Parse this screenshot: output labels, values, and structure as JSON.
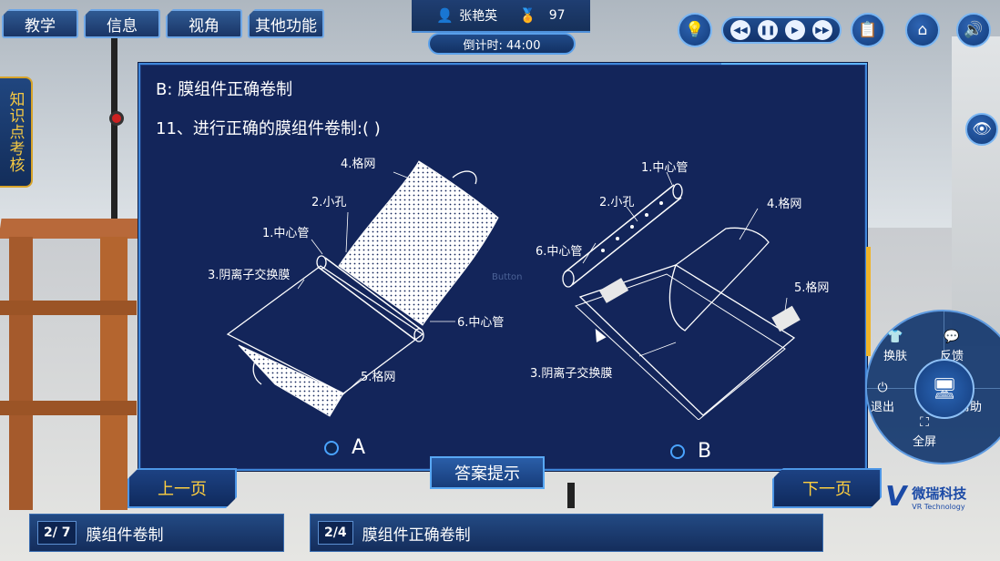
{
  "nav": {
    "tabs": [
      {
        "label": "教学"
      },
      {
        "label": "信息"
      },
      {
        "label": "视角"
      },
      {
        "label": "其他功能"
      }
    ]
  },
  "user": {
    "name": "张艳英",
    "score": "97",
    "countdown": "倒计时: 44:00"
  },
  "controls": {
    "icons": [
      "bulb-icon",
      "rewind-icon",
      "pause-icon",
      "play-icon",
      "fast-forward-icon",
      "notes-icon",
      "home-icon",
      "sound-icon"
    ]
  },
  "sidebar": {
    "badge": "知识点考核"
  },
  "question_panel": {
    "section_title": "B: 膜组件正确卷制",
    "question": "11、进行正确的膜组件卷制:(          )",
    "ghost_text": "Button",
    "option_a": {
      "letter": "A",
      "labels": {
        "mesh_top": "4.格网",
        "small_hole": "2.小孔",
        "center_pipe": "1.中心管",
        "membrane": "3.阴离子交换膜",
        "center_pipe_end": "6.中心管",
        "mesh_bottom": "5.格网"
      }
    },
    "option_b": {
      "letter": "B",
      "labels": {
        "center_pipe": "1.中心管",
        "small_hole": "2.小孔",
        "mesh_top": "4.格网",
        "center_pipe_end": "6.中心管",
        "mesh_side": "5.格网",
        "membrane": "3.阴离子交换膜"
      }
    },
    "hint_button": "答案提示"
  },
  "pager": {
    "prev": "上一页",
    "next": "下一页"
  },
  "status": {
    "left_badge": "2/ 7",
    "left_title": "膜组件卷制",
    "right_badge": "2/4",
    "right_title": "膜组件正确卷制"
  },
  "radial_menu": {
    "skin": "换肤",
    "feedback": "反馈",
    "exit": "退出",
    "help": "帮助",
    "fullscreen": "全屏"
  },
  "logo": {
    "name": "微瑞科技",
    "sub": "VR Technology"
  },
  "colors": {
    "panel_bg": "#13255a",
    "accent_gold": "#f0b429",
    "accent_blue": "#3f86d9"
  }
}
